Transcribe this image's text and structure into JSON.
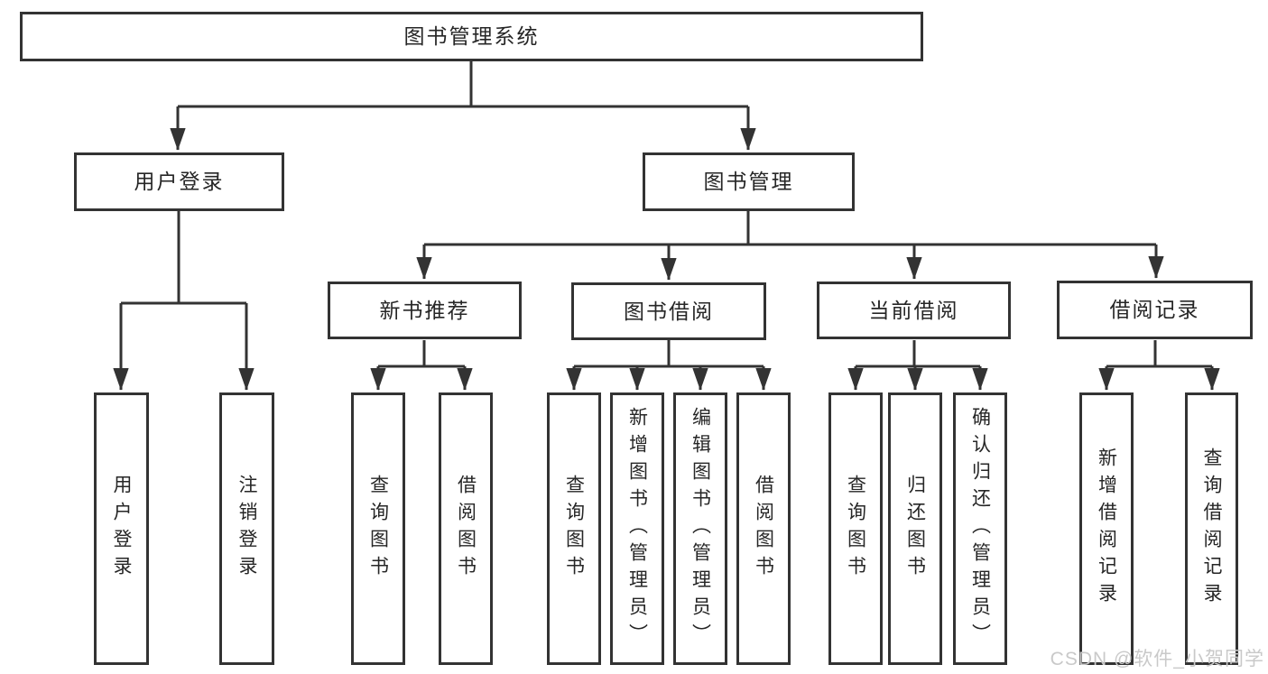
{
  "tree": {
    "root": {
      "label": "图书管理系统"
    },
    "branches": [
      {
        "label": "用户登录",
        "parent": "图书管理系统"
      },
      {
        "label": "图书管理",
        "parent": "图书管理系统"
      }
    ],
    "sections": [
      {
        "label": "新书推荐",
        "parent": "图书管理"
      },
      {
        "label": "图书借阅",
        "parent": "图书管理"
      },
      {
        "label": "当前借阅",
        "parent": "图书管理"
      },
      {
        "label": "借阅记录",
        "parent": "图书管理"
      }
    ],
    "leaves": [
      {
        "label": "用户登录",
        "parent": "用户登录"
      },
      {
        "label": "注销登录",
        "parent": "用户登录"
      },
      {
        "label": "查询图书",
        "parent": "新书推荐"
      },
      {
        "label": "借阅图书",
        "parent": "新书推荐"
      },
      {
        "label": "查询图书",
        "parent": "图书借阅"
      },
      {
        "label": "新增图书（管理员）",
        "parent": "图书借阅"
      },
      {
        "label": "编辑图书（管理员）",
        "parent": "图书借阅"
      },
      {
        "label": "借阅图书",
        "parent": "图书借阅"
      },
      {
        "label": "查询图书",
        "parent": "当前借阅"
      },
      {
        "label": "归还图书",
        "parent": "当前借阅"
      },
      {
        "label": "确认归还（管理员）",
        "parent": "当前借阅"
      },
      {
        "label": "新增借阅记录",
        "parent": "借阅记录"
      },
      {
        "label": "查询借阅记录",
        "parent": "借阅记录"
      }
    ]
  },
  "watermark": {
    "text": "CSDN @软件_小贺同学"
  },
  "colors": {
    "line": "#333333",
    "box_border": "#333333",
    "box_fill": "#ffffff",
    "text": "#262626",
    "watermark": "#c9c9c9"
  }
}
